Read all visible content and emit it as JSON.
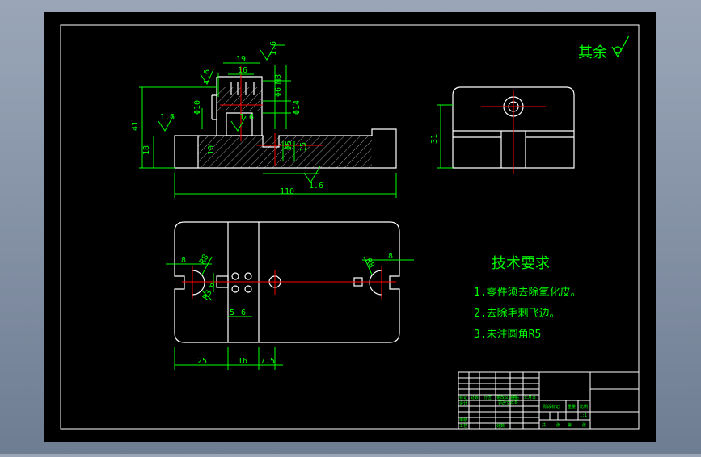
{
  "colors": {
    "background": "#000000",
    "frame": "#ffffff",
    "dimension": "#00ff00",
    "centerline": "#ff0000",
    "hatch": "#9a9a9a",
    "viewport_bg": "#8a97ab"
  },
  "roughness": {
    "other_label": "其余",
    "symbol_icon": "roughness-check-icon"
  },
  "front_view": {
    "dimensions": {
      "width_19": "19",
      "width_16": "16",
      "roughness_top": "1.6",
      "roughness_left_top": "1.6",
      "roughness_left": "1.6",
      "roughness_hole": "1.6",
      "roughness_bottom": "1.6",
      "dia_m8": "M8",
      "dia_6": "Φ6",
      "dia_10": "Φ10",
      "dia_14": "Φ14",
      "height_41": "41",
      "height_18": "18",
      "inner_10": "10",
      "dia_5": "Φ5",
      "depth_15": "15",
      "length_110": "110"
    }
  },
  "side_view": {
    "dimensions": {
      "height_31": "31"
    }
  },
  "top_view": {
    "dimensions": {
      "left_8": "8",
      "left_r8": "R8",
      "left_r3": "R3",
      "left_6": "6",
      "right_r8": "R8",
      "right_8": "8",
      "spacing_5": "5",
      "spacing_6": "6",
      "bottom_25": "25",
      "bottom_16": "16",
      "bottom_7_5": "7.5"
    }
  },
  "technical_requirements": {
    "title": "技术要求",
    "items": [
      "1.零件须去除氧化皮。",
      "2.去除毛刺飞边。",
      "3.未注圆角R5"
    ]
  },
  "title_block": {
    "row_labels": [
      "标记",
      "设计",
      "审核",
      "工艺"
    ],
    "mid_labels": [
      "处数",
      "分区",
      "更改文件号",
      "签名",
      "年月日"
    ],
    "stage_label": "阶段标记",
    "weight_label": "重量",
    "scale_label": "比例",
    "scale_value": "1:1",
    "sheet_labels": [
      "共",
      "张",
      "第",
      "张"
    ]
  }
}
